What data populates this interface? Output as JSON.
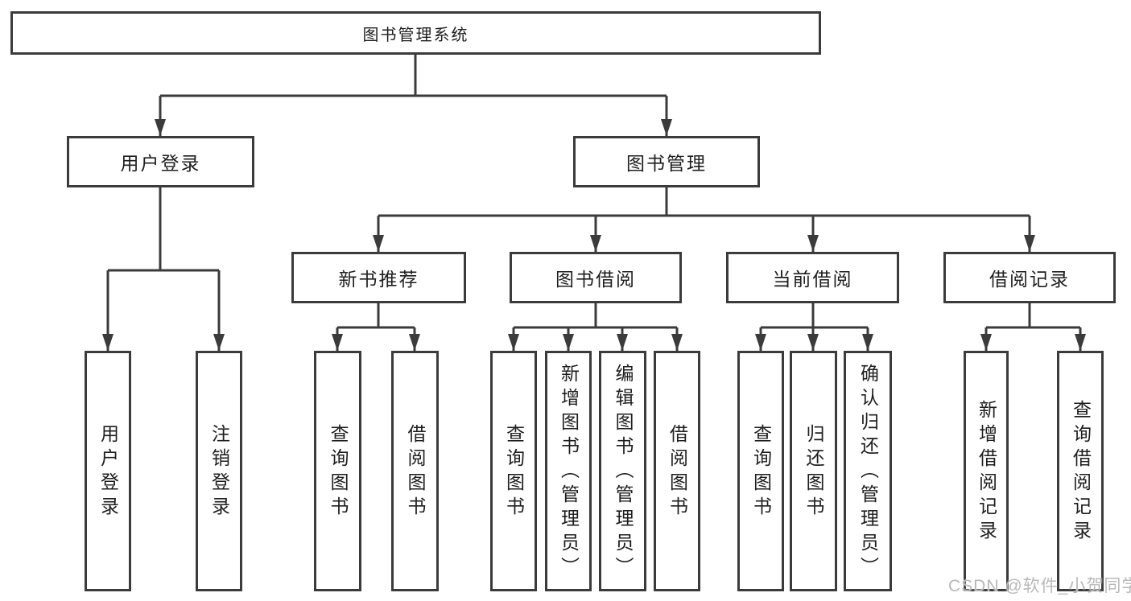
{
  "tree": {
    "root": "图书管理系统",
    "login": {
      "label": "用户登录",
      "children": [
        "用户登录",
        "注销登录"
      ]
    },
    "management": {
      "label": "图书管理",
      "sections": [
        {
          "label": "新书推荐",
          "children": [
            "查询图书",
            "借阅图书"
          ]
        },
        {
          "label": "图书借阅",
          "children": [
            "查询图书",
            "新增图书（管理员）",
            "编辑图书（管理员）",
            "借阅图书"
          ]
        },
        {
          "label": "当前借阅",
          "children": [
            "查询图书",
            "归还图书",
            "确认归还（管理员）"
          ]
        },
        {
          "label": "借阅记录",
          "children": [
            "新增借阅记录",
            "查询借阅记录"
          ]
        }
      ]
    }
  },
  "watermark": "CSDN @软件_小贺同学",
  "colors": {
    "line": "#3b3b3b",
    "box_border": "#3b3b3b",
    "text": "#1e1e1e",
    "watermark": "#b9b9b9",
    "background": "#ffffff"
  }
}
